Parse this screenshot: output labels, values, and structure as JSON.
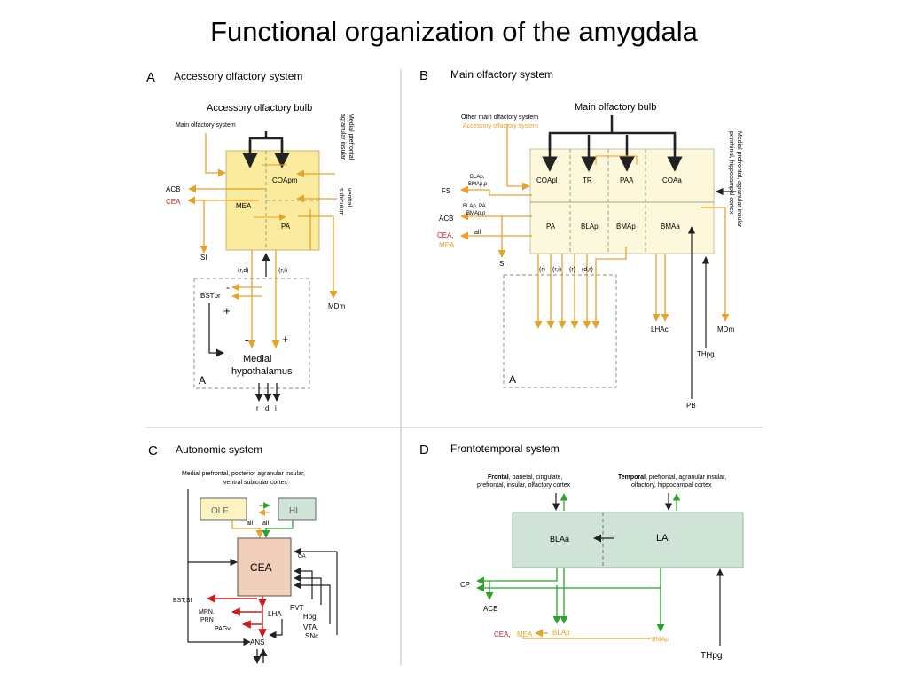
{
  "title": "Functional organization of the amygdala",
  "colors": {
    "orange": "#e8a12a",
    "green": "#2ea12e",
    "red": "#c81e1e",
    "dark": "#222222",
    "yellow_fill": "#fbeb9e",
    "light_yellow": "#fdf8dc",
    "green_fill": "#cfe3d6",
    "pink_fill": "#f1cfba"
  },
  "panelA": {
    "letter": "A",
    "heading": "Accessory olfactory system",
    "bulb": "Accessory olfactory bulb",
    "main_olf": "Main olfactory system",
    "coapm": "COApm",
    "mea": "MEA",
    "pa": "PA",
    "acb": "ACB",
    "cea": "CEA",
    "si": "SI",
    "medial_prefrontal": "Medial prefrontal",
    "agranular_insular": "agranular insular",
    "ventral": "ventral",
    "subiculum": "subiculum",
    "rd": "(r,d)",
    "ri": "(r,i)",
    "bstpr": "BSTpr",
    "mdm": "MDm",
    "plus1": "+",
    "plus2": "+",
    "minus1": "-",
    "minus2": "-",
    "minus3": "-",
    "medial": "Medial",
    "hypothalamus": "hypothalamus",
    "box_letter": "A",
    "out_r": "r",
    "out_d": "d",
    "out_i": "i"
  },
  "panelB": {
    "letter": "B",
    "heading": "Main olfactory system",
    "bulb": "Main olfactory bulb",
    "other_main": "Other main olfactory system",
    "accessory": "Accessory olfactory system",
    "coapl": "COApl",
    "tr": "TR",
    "paa": "PAA",
    "coaa": "COAa",
    "pa": "PA",
    "blap": "BLAp",
    "bmap": "BMAp",
    "bmaa": "BMAa",
    "fs": "FS",
    "acb": "ACB",
    "cea": "CEA,",
    "mea": "MEA",
    "all": "all",
    "si": "SI",
    "blap_bmap1": "BLAp,",
    "blap_bmap2": "BMAp,p",
    "blap_pa1": "BLAp, PA",
    "blap_pa2": "BMAp,p",
    "r1": "(r)",
    "ri": "(r,i)",
    "r2": "(r)",
    "dr": "(d,r)",
    "lhacl": "LHAcl",
    "mdm": "MDm",
    "thpg": "THpg",
    "pb": "PB",
    "right1": "Medial prefrontal, agranular insular",
    "right2": "perirhinal, hippocampal cortex",
    "box_letter": "A"
  },
  "panelC": {
    "letter": "C",
    "heading": "Autonomic system",
    "top1": "Medial prefrontal, posterior agranular insular,",
    "top2": "ventral subicular cortex",
    "olf": "OLF",
    "hi": "HI",
    "all1": "all",
    "all2": "all",
    "cea": "CEA",
    "oa": "OA",
    "pvt": "PVT",
    "thpg": "THpg",
    "vta": "VTA,",
    "snc": "SNc",
    "bstsi": "BST,SI",
    "mrn": "MRN,",
    "prn": "PRN",
    "pagvl": "PAGvl",
    "lha": "LHA",
    "ans": "ANS"
  },
  "panelD": {
    "letter": "D",
    "heading": "Frontotemporal system",
    "frontal_bold": "Frontal",
    "frontal_rest": ", parietal, cingulate,",
    "frontal2": "prefrontal, insular, olfactory cortex",
    "temporal_bold": "Temporal",
    "temporal_rest": ", prefrontal, agranular insular,",
    "temporal2": "olfactory, hippocampal cortex",
    "blaa": "BLAa",
    "la": "LA",
    "cp": "CP",
    "acb": "ACB",
    "cea": "CEA,",
    "mea": "MEA",
    "blap": "BLAp",
    "bmap": "BMAp",
    "thpg": "THpg"
  }
}
